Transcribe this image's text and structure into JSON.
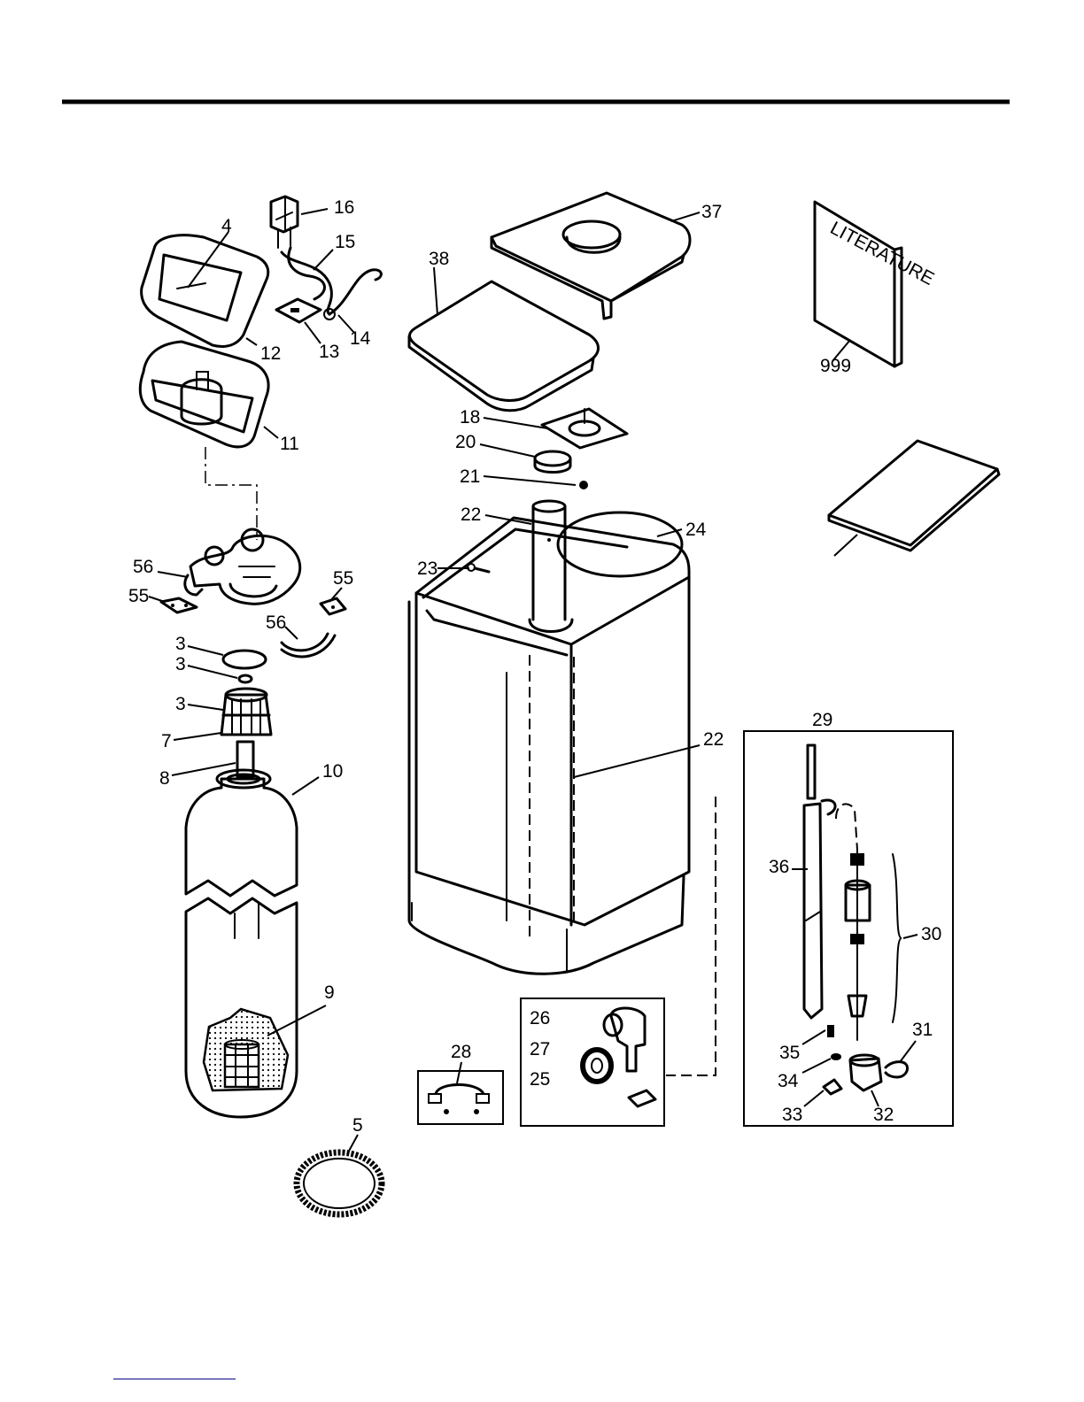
{
  "labels": {
    "l4": "4",
    "l16": "16",
    "l15": "15",
    "l12": "12",
    "l13": "13",
    "l14": "14",
    "l11": "11",
    "l38": "38",
    "l37": "37",
    "l18": "18",
    "l20": "20",
    "l21": "21",
    "l22a": "22",
    "l24": "24",
    "l23": "23",
    "l22b": "22",
    "l56a": "56",
    "l55a": "55",
    "l55b": "55",
    "l56b": "56",
    "l3a": "3",
    "l3b": "3",
    "l3c": "3",
    "l7": "7",
    "l8": "8",
    "l10": "10",
    "l9": "9",
    "l5": "5",
    "l28": "28",
    "l26": "26",
    "l27": "27",
    "l25": "25",
    "l29": "29",
    "l36": "36",
    "l30": "30",
    "l31": "31",
    "l35": "35",
    "l34": "34",
    "l33": "33",
    "l32": "32",
    "l999": "999"
  },
  "literature_text": "LITERATURE"
}
